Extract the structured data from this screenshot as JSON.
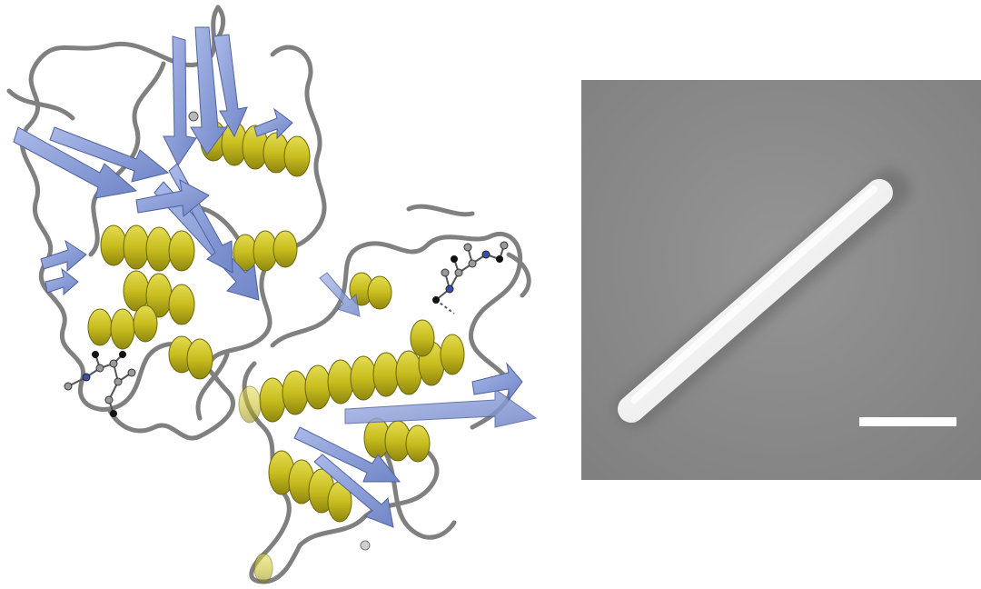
{
  "figure": {
    "panels": [
      {
        "name": "protein-ribbon-structure",
        "content": "ribbon"
      },
      {
        "name": "sem-micrograph",
        "content": "rod"
      }
    ]
  },
  "colors": {
    "background": "#ffffff",
    "helix": "#c8be1e",
    "helix_shadow": "#8f8610",
    "strand": "#8fa3dc",
    "strand_shadow": "#5f73b4",
    "coil": "#808080",
    "ligand_carbon": "#9a9a9a",
    "ligand_nitrogen": "#3c4fa8",
    "ligand_oxygen": "#111111",
    "sem_background": "#8d8d8d",
    "rod": "#efefef",
    "scale_bar": "#ffffff"
  }
}
